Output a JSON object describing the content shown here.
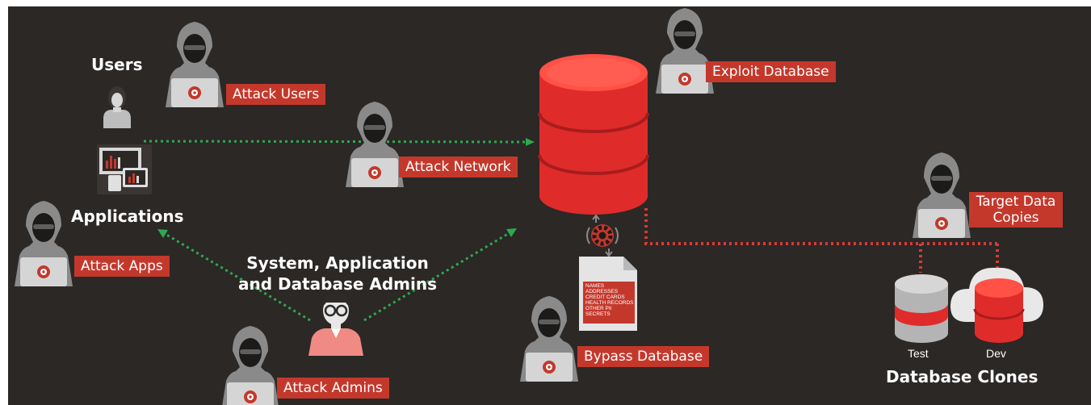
{
  "labels": {
    "users": "Users",
    "applications": "Applications",
    "admins": "System, Application and Database Admins",
    "database_clones": "Database Clones",
    "test": "Test",
    "dev": "Dev"
  },
  "attacks": {
    "users": "Attack Users",
    "network": "Attack Network",
    "apps": "Attack Apps",
    "admins": "Attack Admins",
    "exploit_db": "Exploit Database",
    "bypass_db": "Bypass Database",
    "target_copies": "Target Data Copies"
  },
  "document_lines": [
    "NAMES",
    "ADDRESSES",
    "CREDIT CARDS",
    "HEALTH RECORDS",
    "OTHER PII",
    "SECRETS"
  ],
  "colors": {
    "background": "#2b2826",
    "accent_red": "#c4382c",
    "database_red": "#e02b2b",
    "link_green": "#2fa84f",
    "link_red": "#d83a34",
    "hacker_gray": "#8a8a8a"
  },
  "icons": {
    "hacker": "hooded-hacker-with-laptop",
    "user": "user-person",
    "devices": "monitor-tablet-phone",
    "admin": "admin-person-with-glasses",
    "database": "database-cylinder",
    "sync": "sync-gear",
    "document": "sensitive-data-document",
    "cloud": "cloud"
  }
}
